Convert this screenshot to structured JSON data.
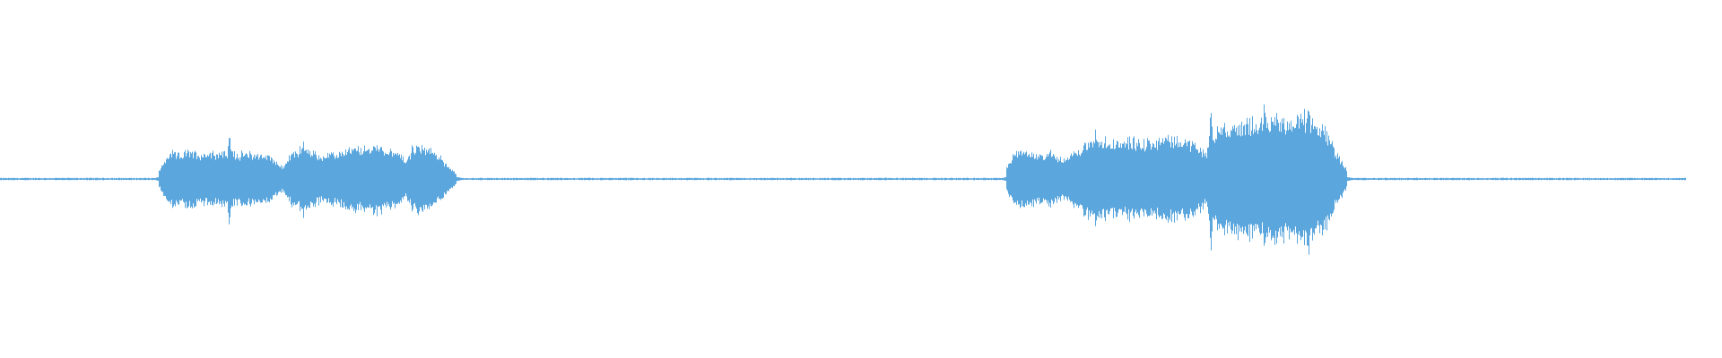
{
  "waveform": {
    "color": "#5aa6dd",
    "background": "#ffffff",
    "segments": [
      {
        "start": 0.092,
        "end": 0.265,
        "envelope": [
          0.08,
          0.28,
          0.26,
          0.3,
          0.27,
          0.29,
          0.28,
          0.3,
          0.27,
          0.28,
          0.26,
          0.24,
          0.12,
          0.28,
          0.34,
          0.28,
          0.25,
          0.26,
          0.3,
          0.33,
          0.32,
          0.36,
          0.33,
          0.3,
          0.2,
          0.35,
          0.33,
          0.28,
          0.16,
          0.05
        ],
        "spikes": [
          {
            "pos": 0.133,
            "amp": 0.48
          },
          {
            "pos": 0.176,
            "amp": 0.4
          },
          {
            "pos": 0.239,
            "amp": 0.36
          }
        ]
      },
      {
        "start": 0.584,
        "end": 0.782,
        "envelope": [
          0.12,
          0.32,
          0.28,
          0.26,
          0.28,
          0.2,
          0.3,
          0.4,
          0.44,
          0.38,
          0.4,
          0.42,
          0.4,
          0.43,
          0.44,
          0.42,
          0.38,
          0.28,
          0.58,
          0.54,
          0.58,
          0.62,
          0.58,
          0.66,
          0.62,
          0.68,
          0.64,
          0.56,
          0.3,
          0.1
        ],
        "spikes": [
          {
            "pos": 0.636,
            "amp": 0.52
          },
          {
            "pos": 0.703,
            "amp": 0.74
          },
          {
            "pos": 0.734,
            "amp": 0.78
          },
          {
            "pos": 0.76,
            "amp": 0.76
          }
        ]
      }
    ]
  }
}
